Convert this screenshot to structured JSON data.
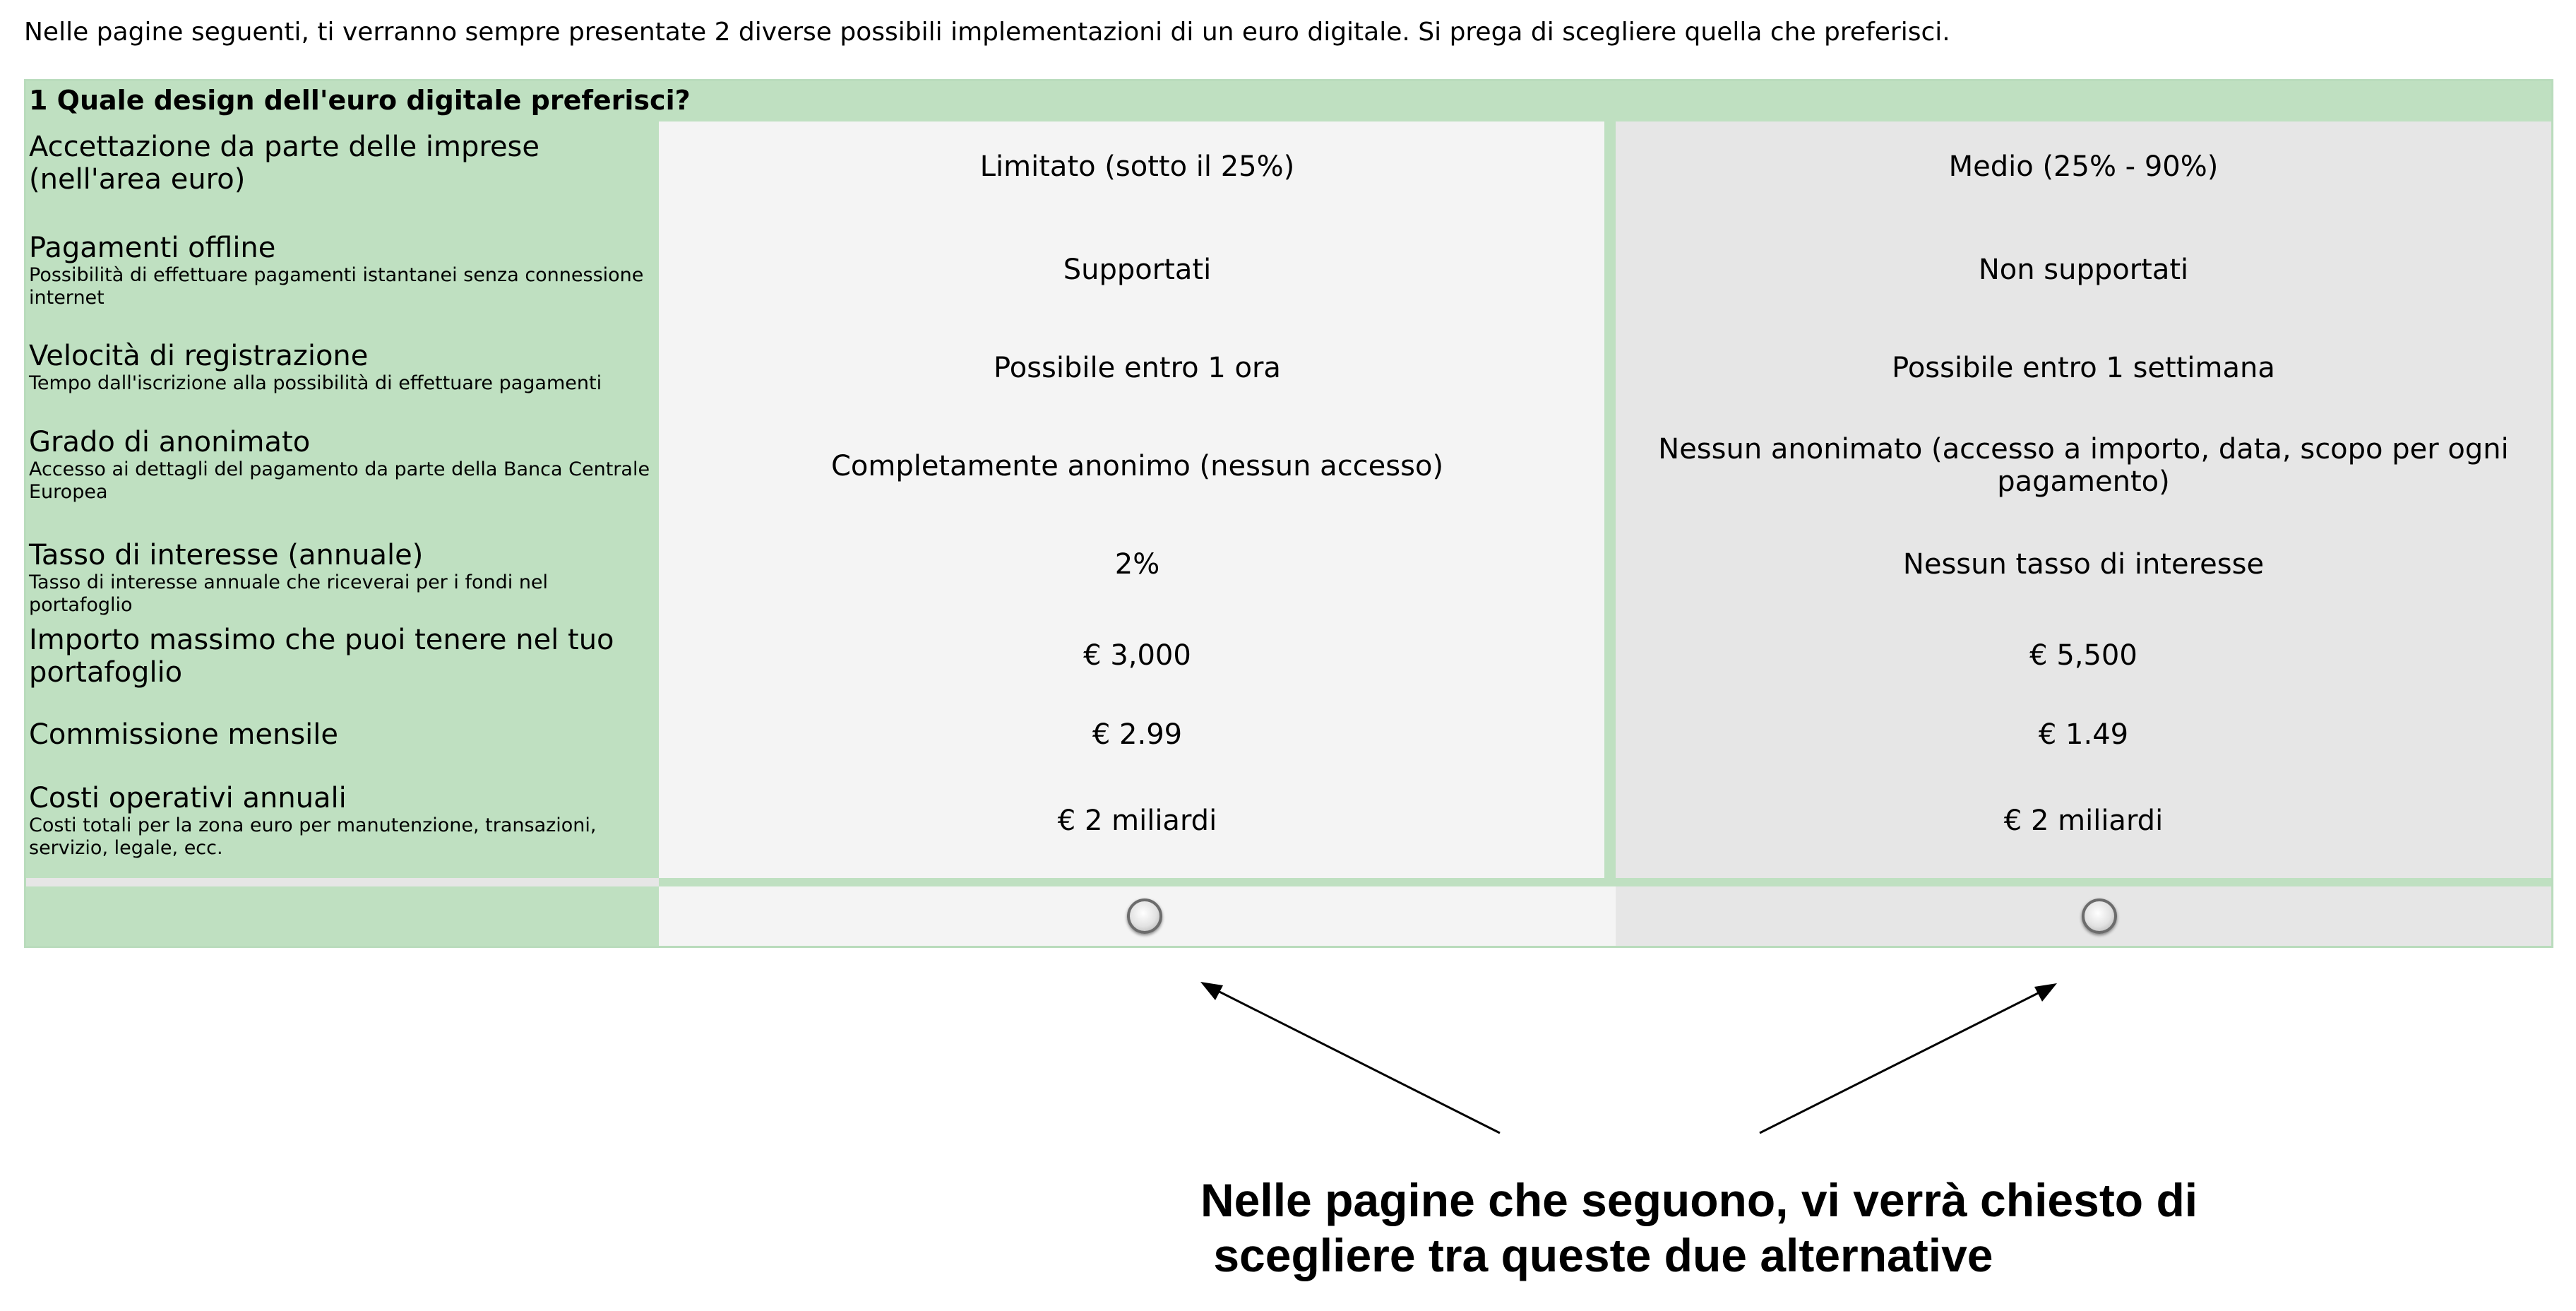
{
  "intro_text": "Nelle pagine seguenti, ti verranno sempre presentate 2 diverse possibili implementazioni di un euro digitale. Si prega di scegliere quella che preferisci.",
  "question": {
    "title": "1 Quale design dell'euro digitale preferisci?"
  },
  "attributes": [
    {
      "name": "Accettazione da parte delle imprese (nell'area euro)",
      "description": "",
      "option_a": "Limitato (sotto il 25%)",
      "option_b": "Medio (25% - 90%)"
    },
    {
      "name": "Pagamenti offline",
      "description": "Possibilità di effettuare pagamenti istantanei senza connessione internet",
      "option_a": "Supportati",
      "option_b": "Non supportati"
    },
    {
      "name": "Velocità di registrazione",
      "description": "Tempo dall'iscrizione alla possibilità di effettuare pagamenti",
      "option_a": "Possibile entro 1 ora",
      "option_b": "Possibile entro 1 settimana"
    },
    {
      "name": "Grado di anonimato",
      "description": "Accesso ai dettagli del pagamento da parte della Banca Centrale Europea",
      "option_a": "Completamente anonimo (nessun accesso)",
      "option_b": "Nessun anonimato (accesso a importo, data, scopo per ogni pagamento)"
    },
    {
      "name": "Tasso di interesse (annuale)",
      "description": "Tasso di interesse annuale che riceverai per i fondi nel portafoglio",
      "option_a": "2%",
      "option_b": "Nessun tasso di interesse"
    },
    {
      "name": "Importo massimo che puoi tenere nel tuo portafoglio",
      "description": "",
      "option_a": "€ 3,000",
      "option_b": "€ 5,500"
    },
    {
      "name": "Commissione mensile",
      "description": "",
      "option_a": "€ 2.99",
      "option_b": "€ 1.49"
    },
    {
      "name": "Costi operativi annuali",
      "description": "Costi totali per la zona euro per manutenzione, transazioni, servizio, legale, ecc.",
      "option_a": "€ 2 miliardi",
      "option_b": "€ 2 miliardi"
    }
  ],
  "choice": {
    "option_a_selected": false,
    "option_b_selected": false
  },
  "annotation_text": "Nelle pagine che seguono, vi verrà chiesto di\n scegliere tra queste due alternative",
  "colors": {
    "header_green": "#bfe0c1",
    "option_a_bg": "#f4f4f4",
    "option_b_bg": "#e6e6e6"
  }
}
